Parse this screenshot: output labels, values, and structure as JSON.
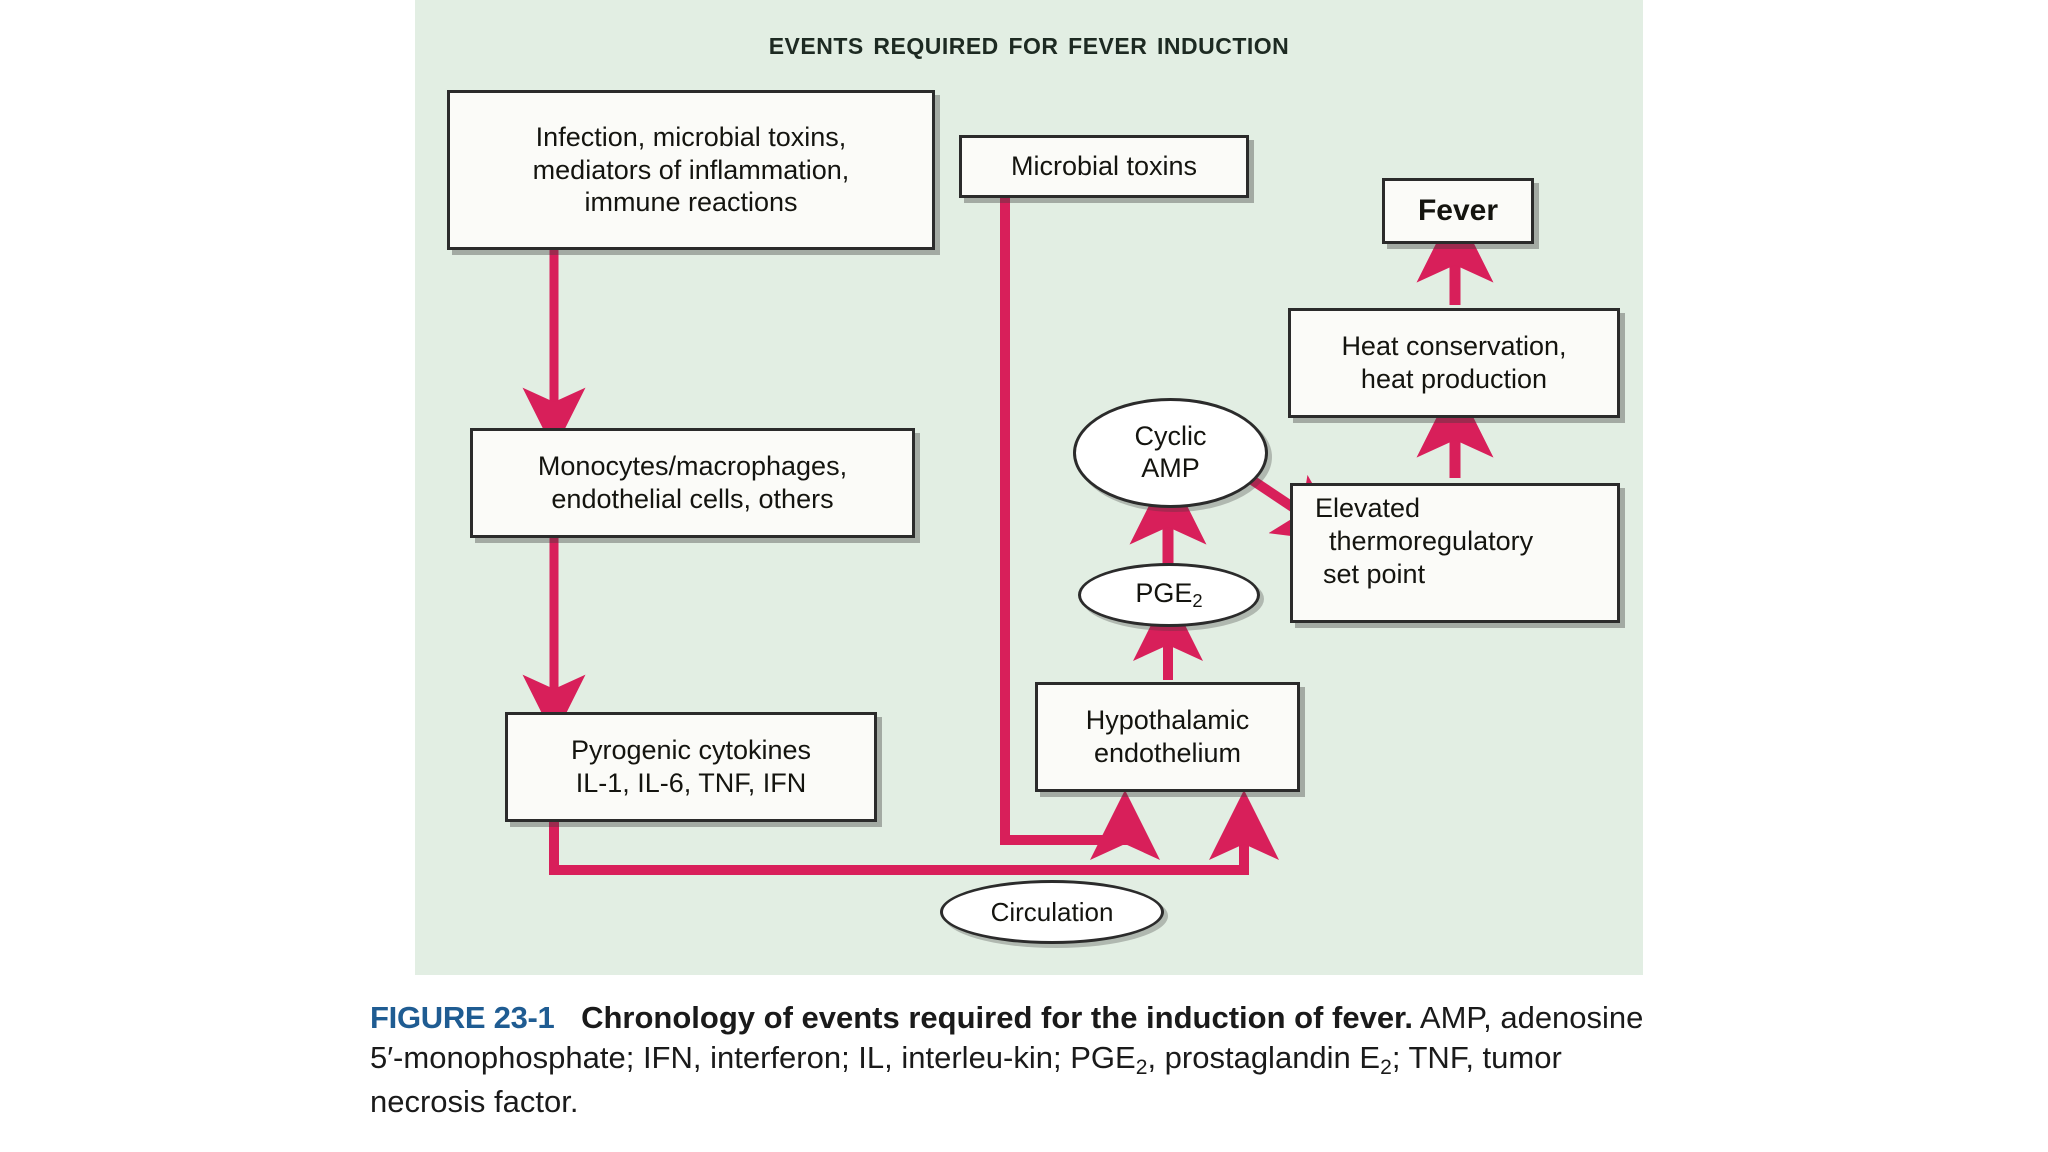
{
  "figure": {
    "panel_title": "Events Required for Fever Induction",
    "background_color": "#e2eee3",
    "arrow_color": "#d81f5a"
  },
  "nodes": {
    "infection": {
      "line1": "Infection, microbial toxins,",
      "line2": "mediators of inflammation,",
      "line3": "immune reactions"
    },
    "microbial_toxins": {
      "label": "Microbial toxins"
    },
    "monocytes": {
      "line1": "Monocytes/macrophages,",
      "line2": "endothelial cells, others"
    },
    "pyrogenic_cytokines": {
      "line1": "Pyrogenic cytokines",
      "line2": "IL-1, IL-6, TNF, IFN"
    },
    "circulation": {
      "label": "Circulation"
    },
    "hypothalamic_endothelium": {
      "line1": "Hypothalamic",
      "line2": "endothelium"
    },
    "pge2": {
      "label": "PGE",
      "subscript": "2"
    },
    "cyclic_amp": {
      "line1": "Cyclic",
      "line2": "AMP"
    },
    "elevated_set_point": {
      "line1": "Elevated",
      "line2": "thermoregulatory",
      "line3": "set point"
    },
    "heat_conservation": {
      "line1": "Heat conservation,",
      "line2": "heat production"
    },
    "fever": {
      "label": "Fever"
    }
  },
  "caption": {
    "figure_number": "FIGURE 23-1",
    "title": "Chronology of events required for the induction of",
    "title_cont": "fever.",
    "body_1": " AMP, adenosine 5′-monophosphate; IFN, interferon; IL, interleu-",
    "body_2": "kin; PGE",
    "body_2_sub": "2",
    "body_3": ", prostaglandin E",
    "body_3_sub": "2",
    "body_4": "; TNF, tumor necrosis factor."
  }
}
